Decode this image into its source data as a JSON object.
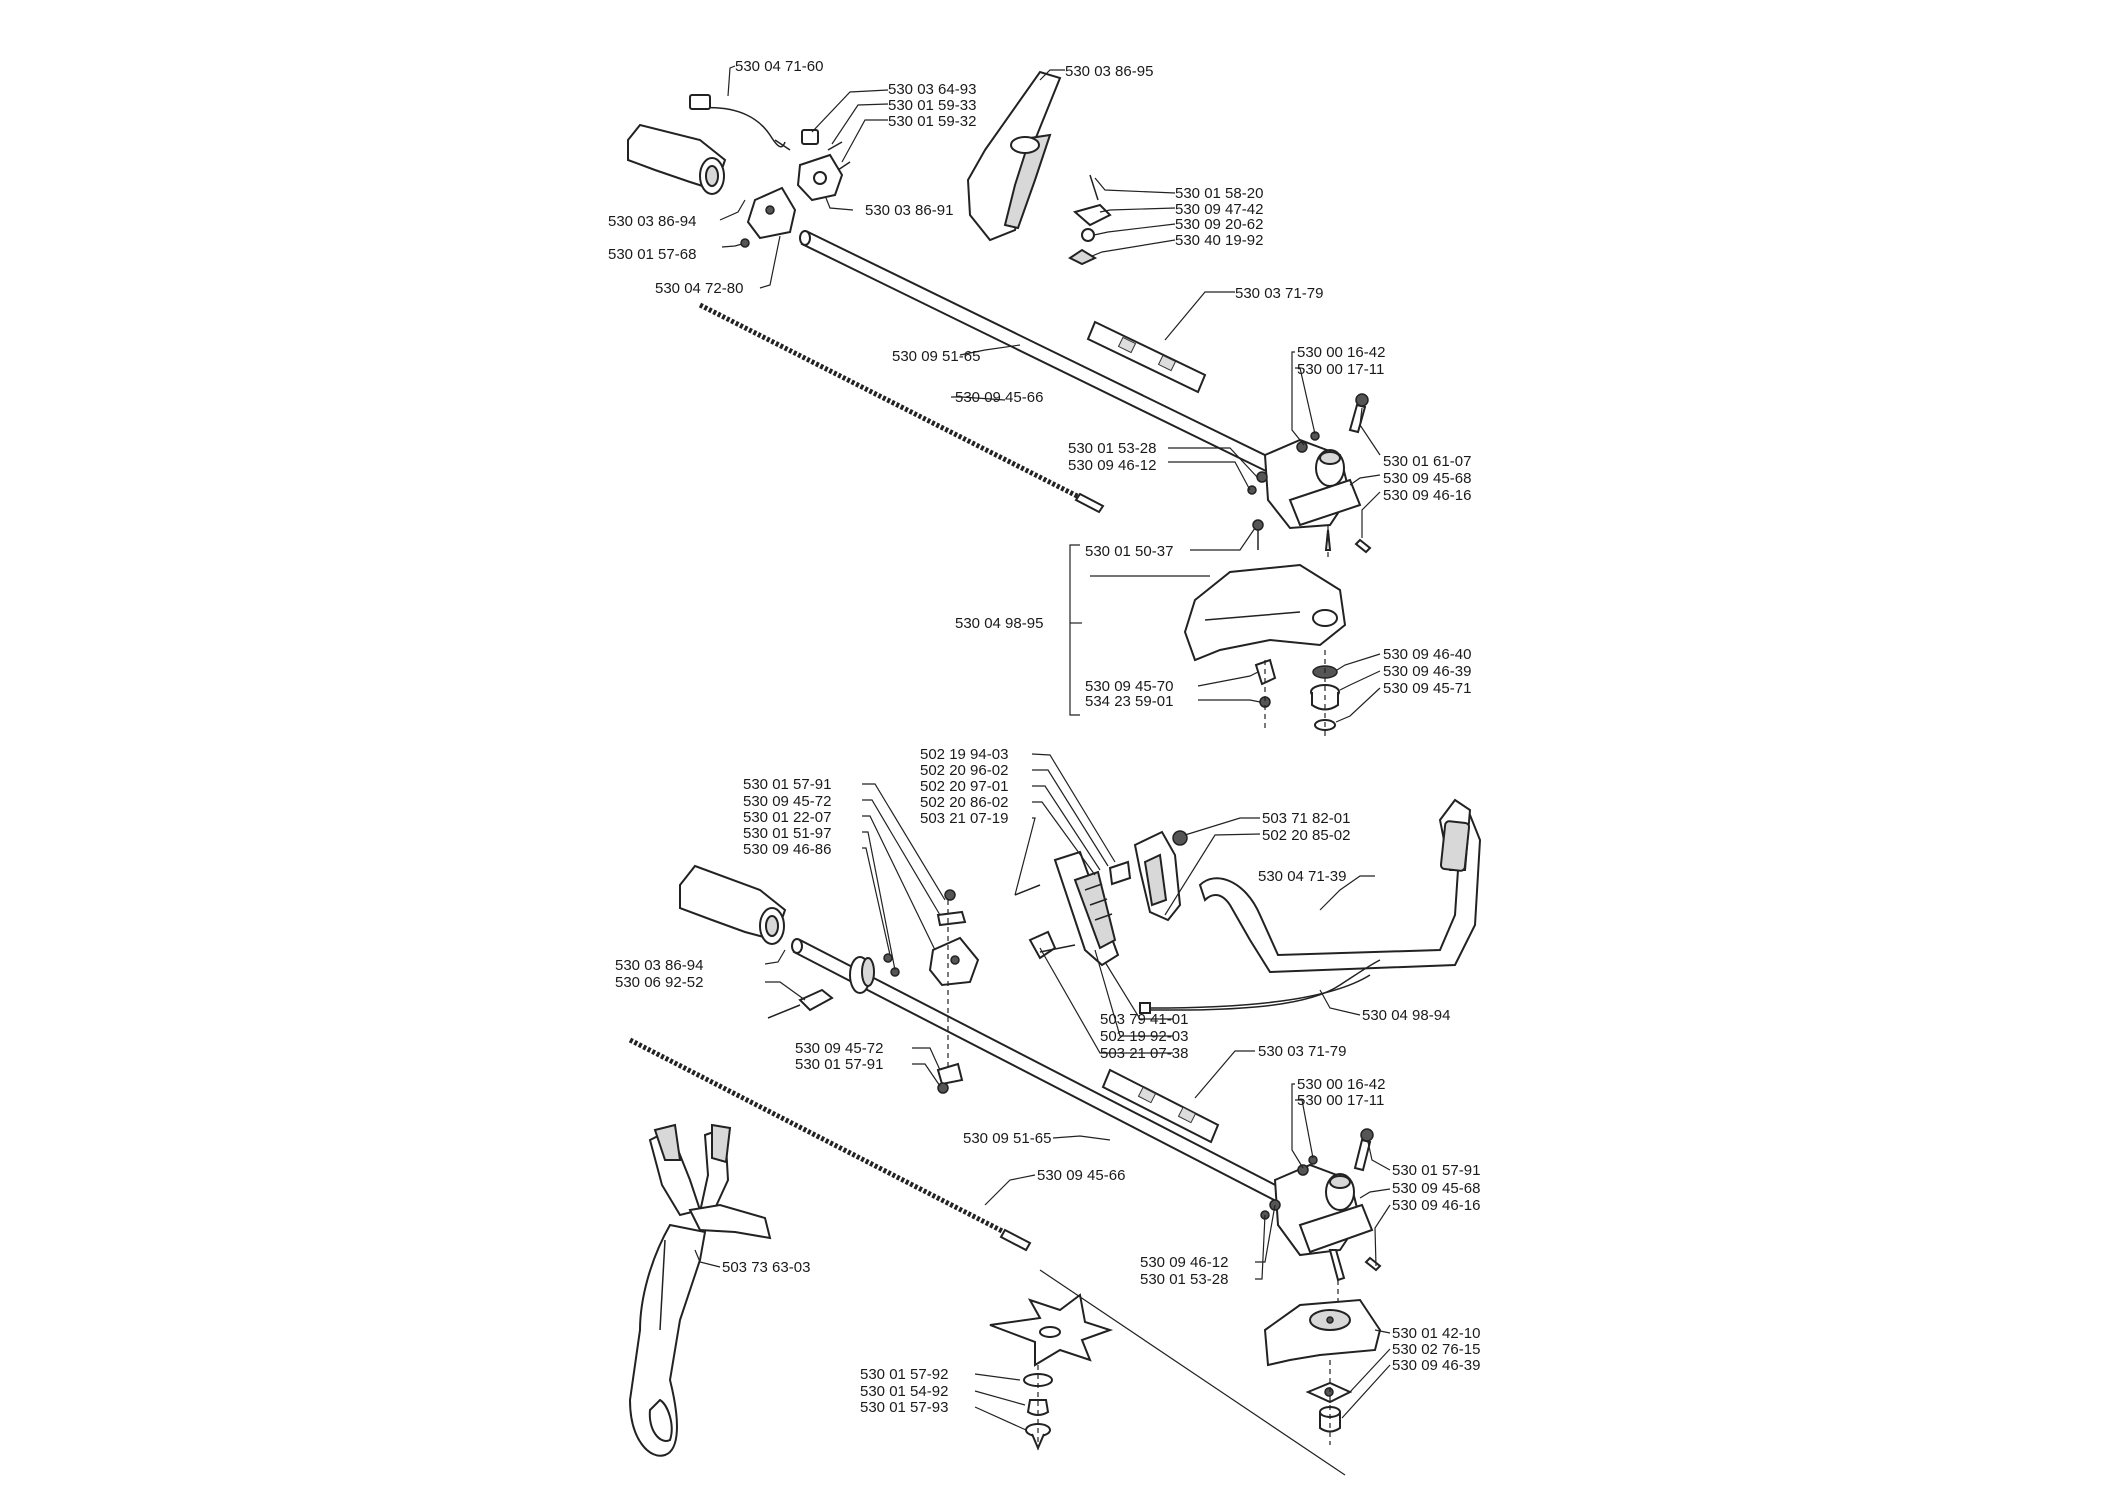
{
  "labels": {
    "p1": "530 04 71-60",
    "p2": "530 03 64-93",
    "p3": "530 01 59-33",
    "p4": "530 01 59-32",
    "p5": "530 03 86-95",
    "p6": "530 01 58-20",
    "p7": "530 09 47-42",
    "p8": "530 09 20-62",
    "p9": "530 40 19-92",
    "p10": "530 03 86-91",
    "p11": "530 03 86-94",
    "p12": "530 01 57-68",
    "p13": "530 04 72-80",
    "p14": "530 03 71-79",
    "p15": "530 09 51-65",
    "p16": "530 00 16-42",
    "p17": "530 00 17-11",
    "p18": "530 09 45-66",
    "p19": "530 01 61-07",
    "p20": "530 01 53-28",
    "p21": "530 09 46-12",
    "p22": "530 09 45-68",
    "p23": "530 09 46-16",
    "p24": "530 01 50-37",
    "p25": "530 04 98-95",
    "p26": "530 09 46-40",
    "p27": "530 09 46-39",
    "p28": "530 09 45-71",
    "p29": "530 09 45-70",
    "p30": "534 23 59-01",
    "q1": "502 19 94-03",
    "q2": "502 20 96-02",
    "q3": "502 20 97-01",
    "q4": "502 20 86-02",
    "q5": "503 21 07-19",
    "q6": "530 01 57-91",
    "q7": "530 09 45-72",
    "q8": "530 01 22-07",
    "q9": "530 01 51-97",
    "q10": "530 09 46-86",
    "q11": "503 71 82-01",
    "q12": "502 20 85-02",
    "q13": "530 04 71-39",
    "q14": "530 03 86-94",
    "q15": "530 06 92-52",
    "q16": "530 04 98-94",
    "q17": "503 79 41-01",
    "q18": "502 19 92-03",
    "q19": "503 21 07-38",
    "q20": "530 09 45-72",
    "q21": "530 01 57-91",
    "q22": "530 03 71-79",
    "q23": "530 00 16-42",
    "q24": "530 00 17-11",
    "q25": "530 09 51-65",
    "q26": "530 01 57-91",
    "q27": "530 09 45-68",
    "q28": "530 09 46-16",
    "q29": "530 09 45-66",
    "q30": "530 09 46-12",
    "q31": "530 01 53-28",
    "q32": "503 73 63-03",
    "q33": "530 01 42-10",
    "q34": "530 02 76-15",
    "q35": "530 09 46-39",
    "q36": "530 01 57-92",
    "q37": "530 01 54-92",
    "q38": "530 01 57-93"
  }
}
